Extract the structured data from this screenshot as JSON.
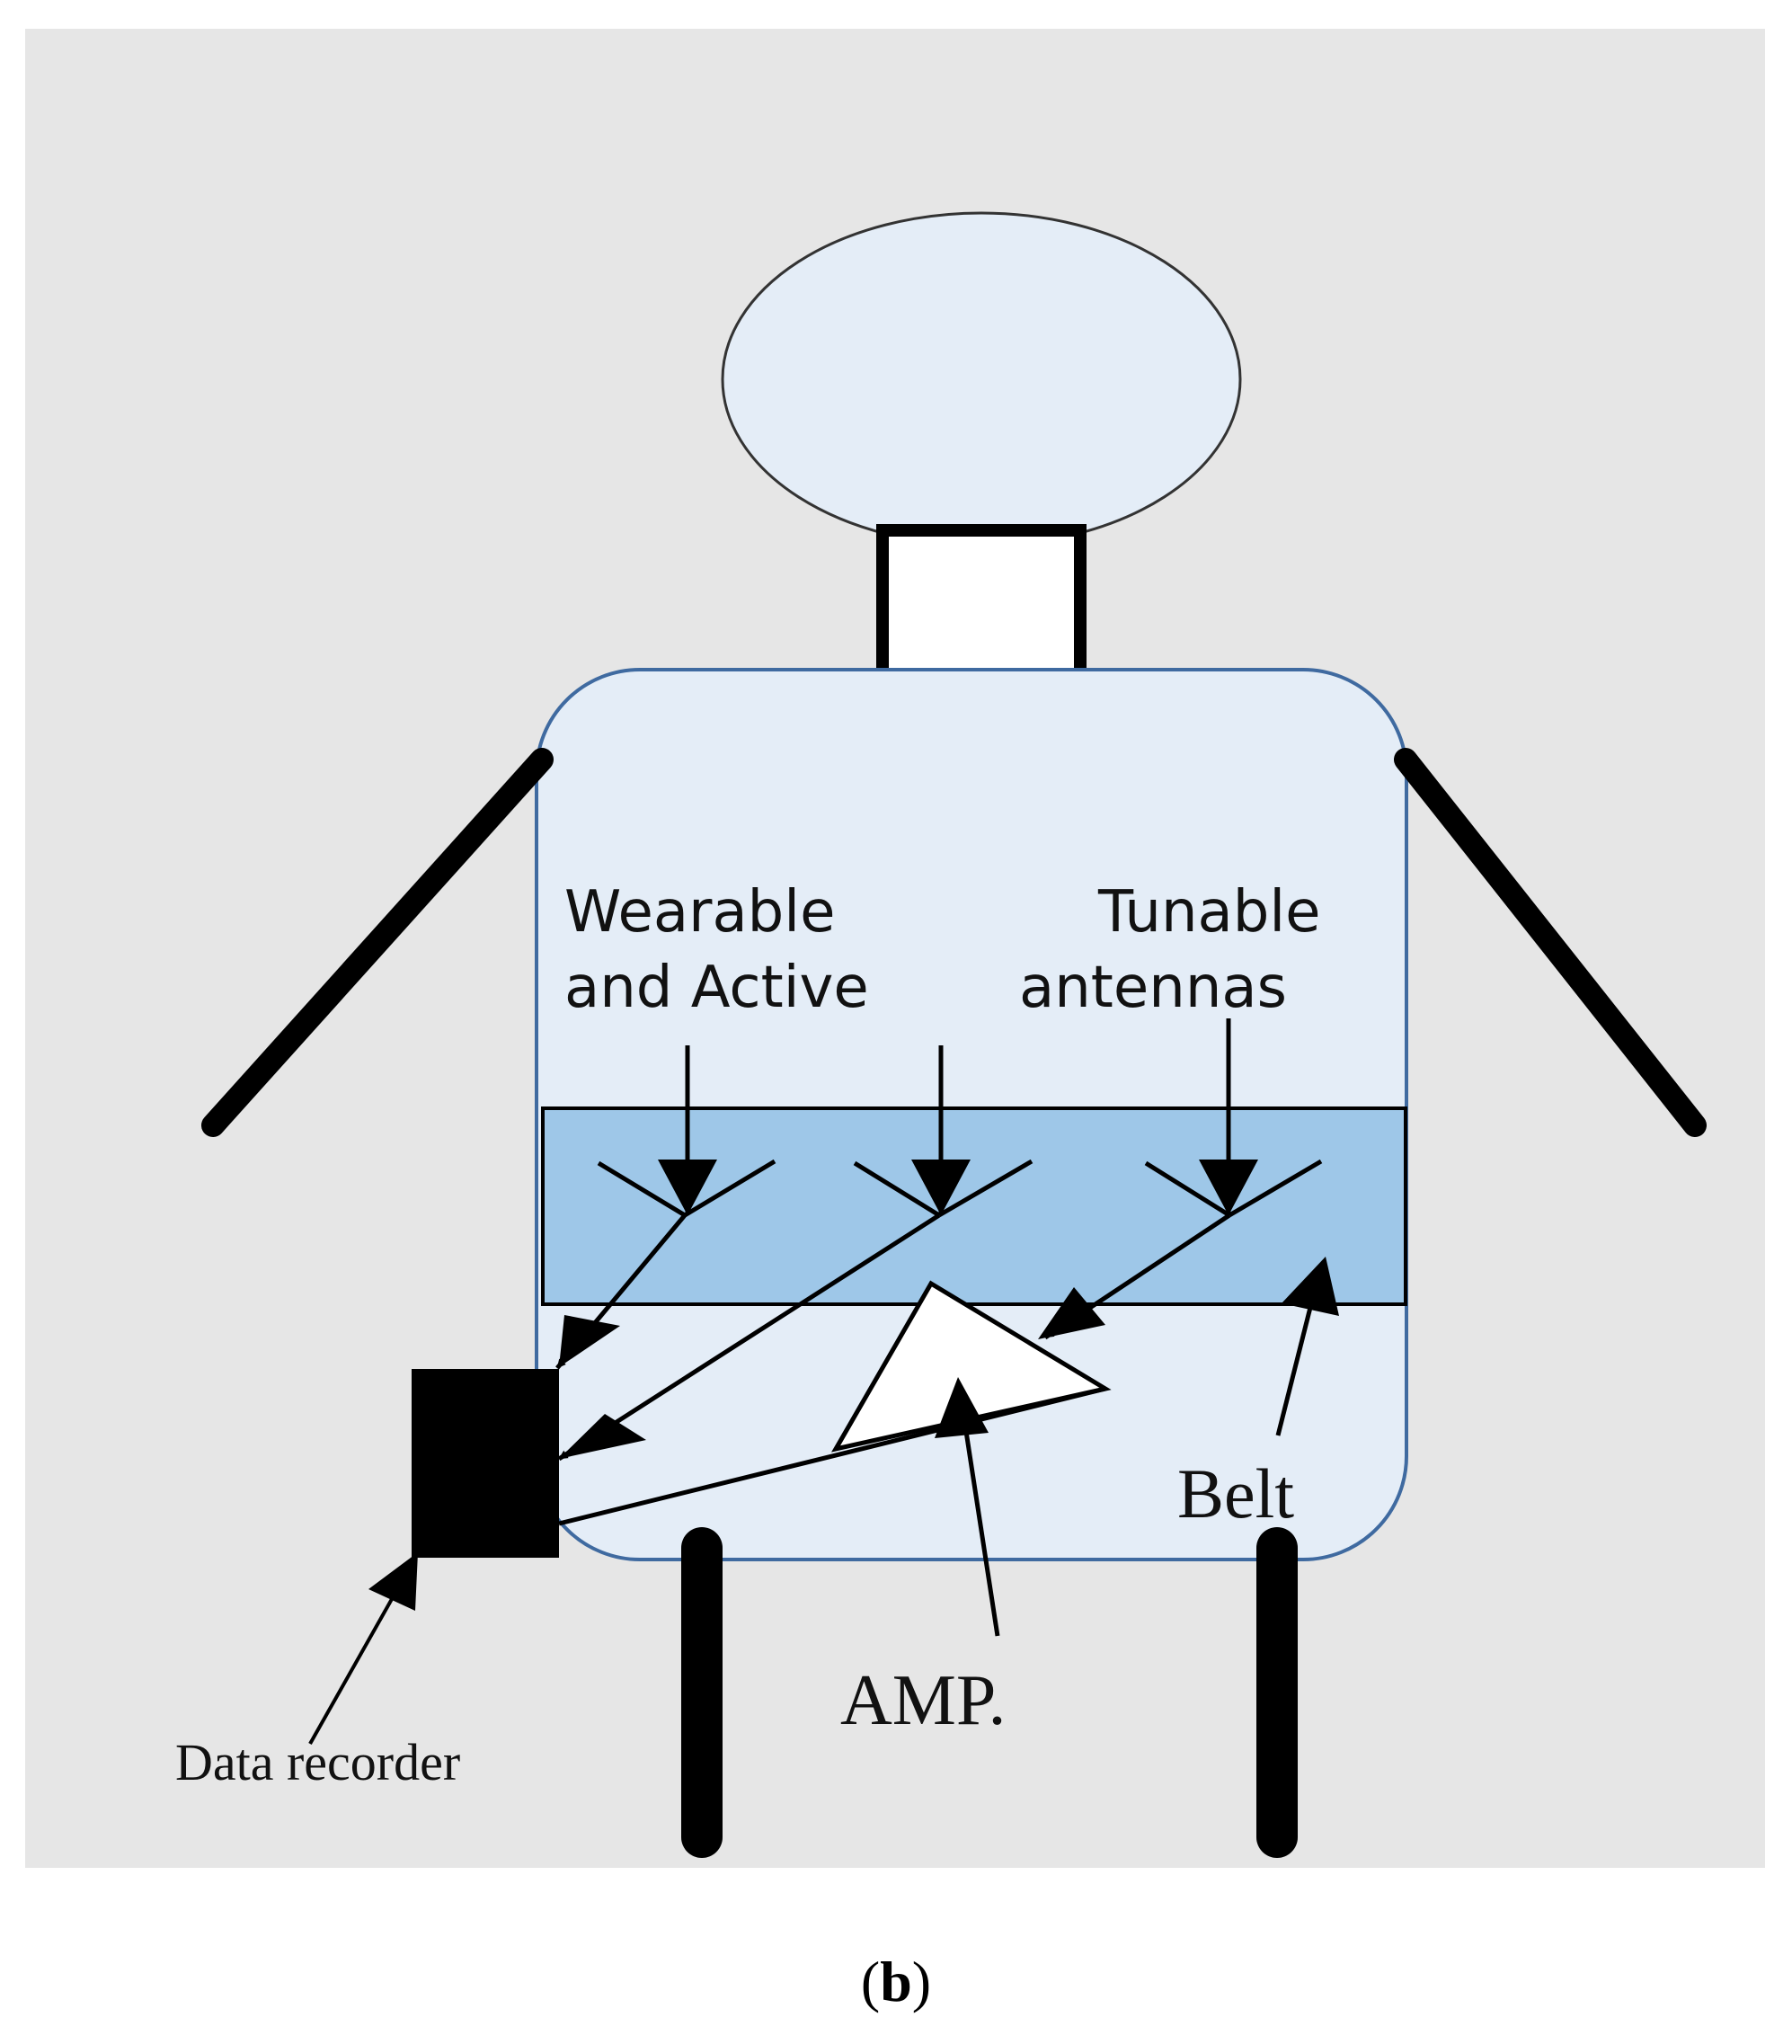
{
  "labels": {
    "wearable_line1": "Wearable",
    "wearable_line2": "and Active",
    "tunable_line1": "Tunable",
    "tunable_line2": "antennas",
    "belt": "Belt",
    "amp": "AMP.",
    "data_recorder": "Data recorder"
  },
  "caption": {
    "open": "(",
    "letter": "b",
    "close": ")"
  },
  "colors": {
    "background": "#e6e6e6",
    "body_fill": "#e4edf7",
    "body_stroke": "#3f6aa0",
    "belt_fill": "#9ec7e8",
    "ink": "#000000"
  }
}
